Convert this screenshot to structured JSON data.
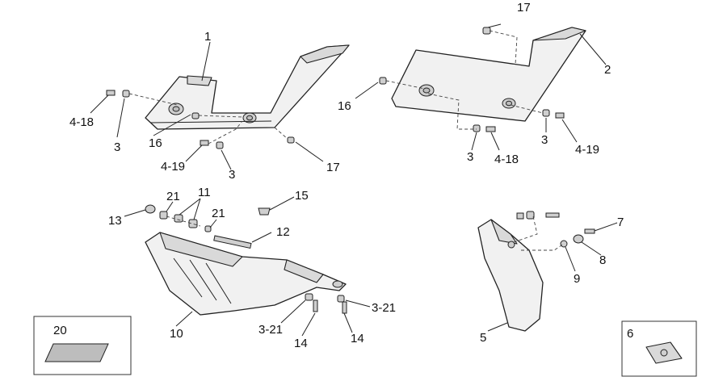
{
  "callouts": {
    "c1": "1",
    "c2": "2",
    "c3a": "3",
    "c3b": "3",
    "c3c": "3",
    "c3d": "3",
    "c418a": "4-18",
    "c418b": "4-18",
    "c419a": "4-19",
    "c419b": "4-19",
    "c16a": "16",
    "c16b": "16",
    "c17a": "17",
    "c17b": "17",
    "c21a": "21",
    "c21b": "21",
    "c11": "11",
    "c13": "13",
    "c15": "15",
    "c12": "12",
    "c10": "10",
    "c321a": "3-21",
    "c321b": "3-21",
    "c14a": "14",
    "c14b": "14",
    "c5": "5",
    "c7": "7",
    "c8": "8",
    "c9": "9",
    "c20": "20",
    "c6": "6"
  }
}
